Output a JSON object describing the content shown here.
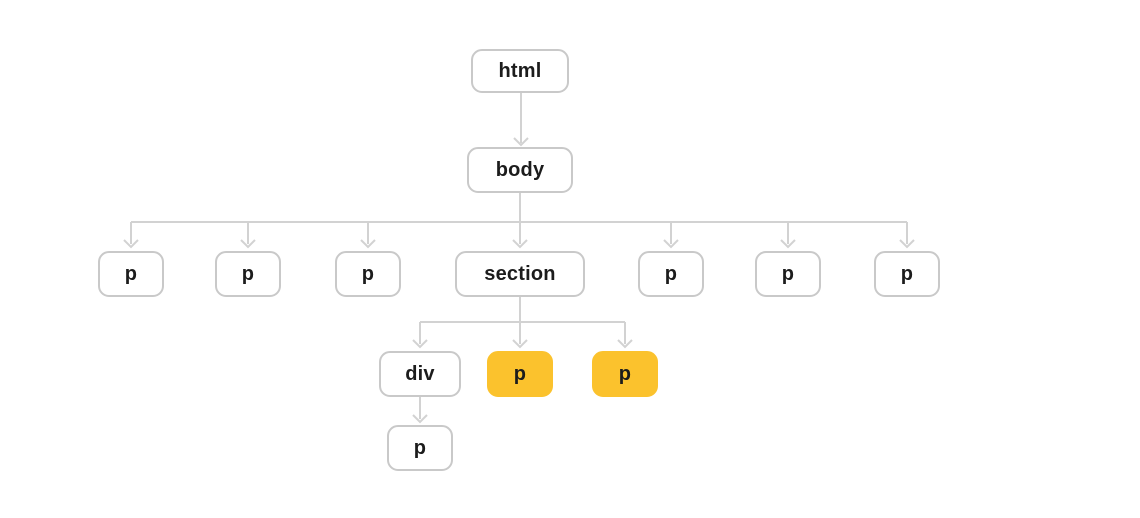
{
  "diagram": {
    "title": "dom-tree",
    "colors": {
      "background": "#ffffff",
      "node_border": "#c9c9c9",
      "node_fill": "#ffffff",
      "highlight_fill": "#FBC22D",
      "connector": "#d2d2d2",
      "text": "#1c1c1c"
    },
    "nodes": [
      {
        "id": "html",
        "label": "html",
        "highlighted": false
      },
      {
        "id": "body",
        "label": "body",
        "highlighted": false
      },
      {
        "id": "p-1",
        "label": "p",
        "highlighted": false
      },
      {
        "id": "p-2",
        "label": "p",
        "highlighted": false
      },
      {
        "id": "p-3",
        "label": "p",
        "highlighted": false
      },
      {
        "id": "section",
        "label": "section",
        "highlighted": false
      },
      {
        "id": "p-4",
        "label": "p",
        "highlighted": false
      },
      {
        "id": "p-5",
        "label": "p",
        "highlighted": false
      },
      {
        "id": "p-6",
        "label": "p",
        "highlighted": false
      },
      {
        "id": "div",
        "label": "div",
        "highlighted": false
      },
      {
        "id": "p-section-1",
        "label": "p",
        "highlighted": true
      },
      {
        "id": "p-section-2",
        "label": "p",
        "highlighted": true
      },
      {
        "id": "p-in-div",
        "label": "p",
        "highlighted": false
      }
    ],
    "edges": [
      {
        "from": "html",
        "to": [
          "body"
        ]
      },
      {
        "from": "body",
        "to": [
          "p-1",
          "p-2",
          "p-3",
          "section",
          "p-4",
          "p-5",
          "p-6"
        ]
      },
      {
        "from": "section",
        "to": [
          "div",
          "p-section-1",
          "p-section-2"
        ]
      },
      {
        "from": "div",
        "to": [
          "p-in-div"
        ]
      }
    ]
  }
}
